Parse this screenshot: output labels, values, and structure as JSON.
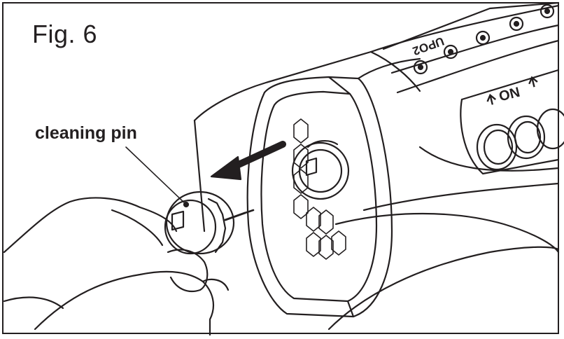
{
  "figure": {
    "label": "Fig. 6",
    "callout": "cleaning pin",
    "switch_label": "ON",
    "housing_text": "UPO2",
    "icons": [
      "arrow-left-icon",
      "arrow-up-icon"
    ],
    "colors": {
      "ink": "#231f20",
      "paper": "#ffffff",
      "shade": "#1a1a1a"
    }
  }
}
